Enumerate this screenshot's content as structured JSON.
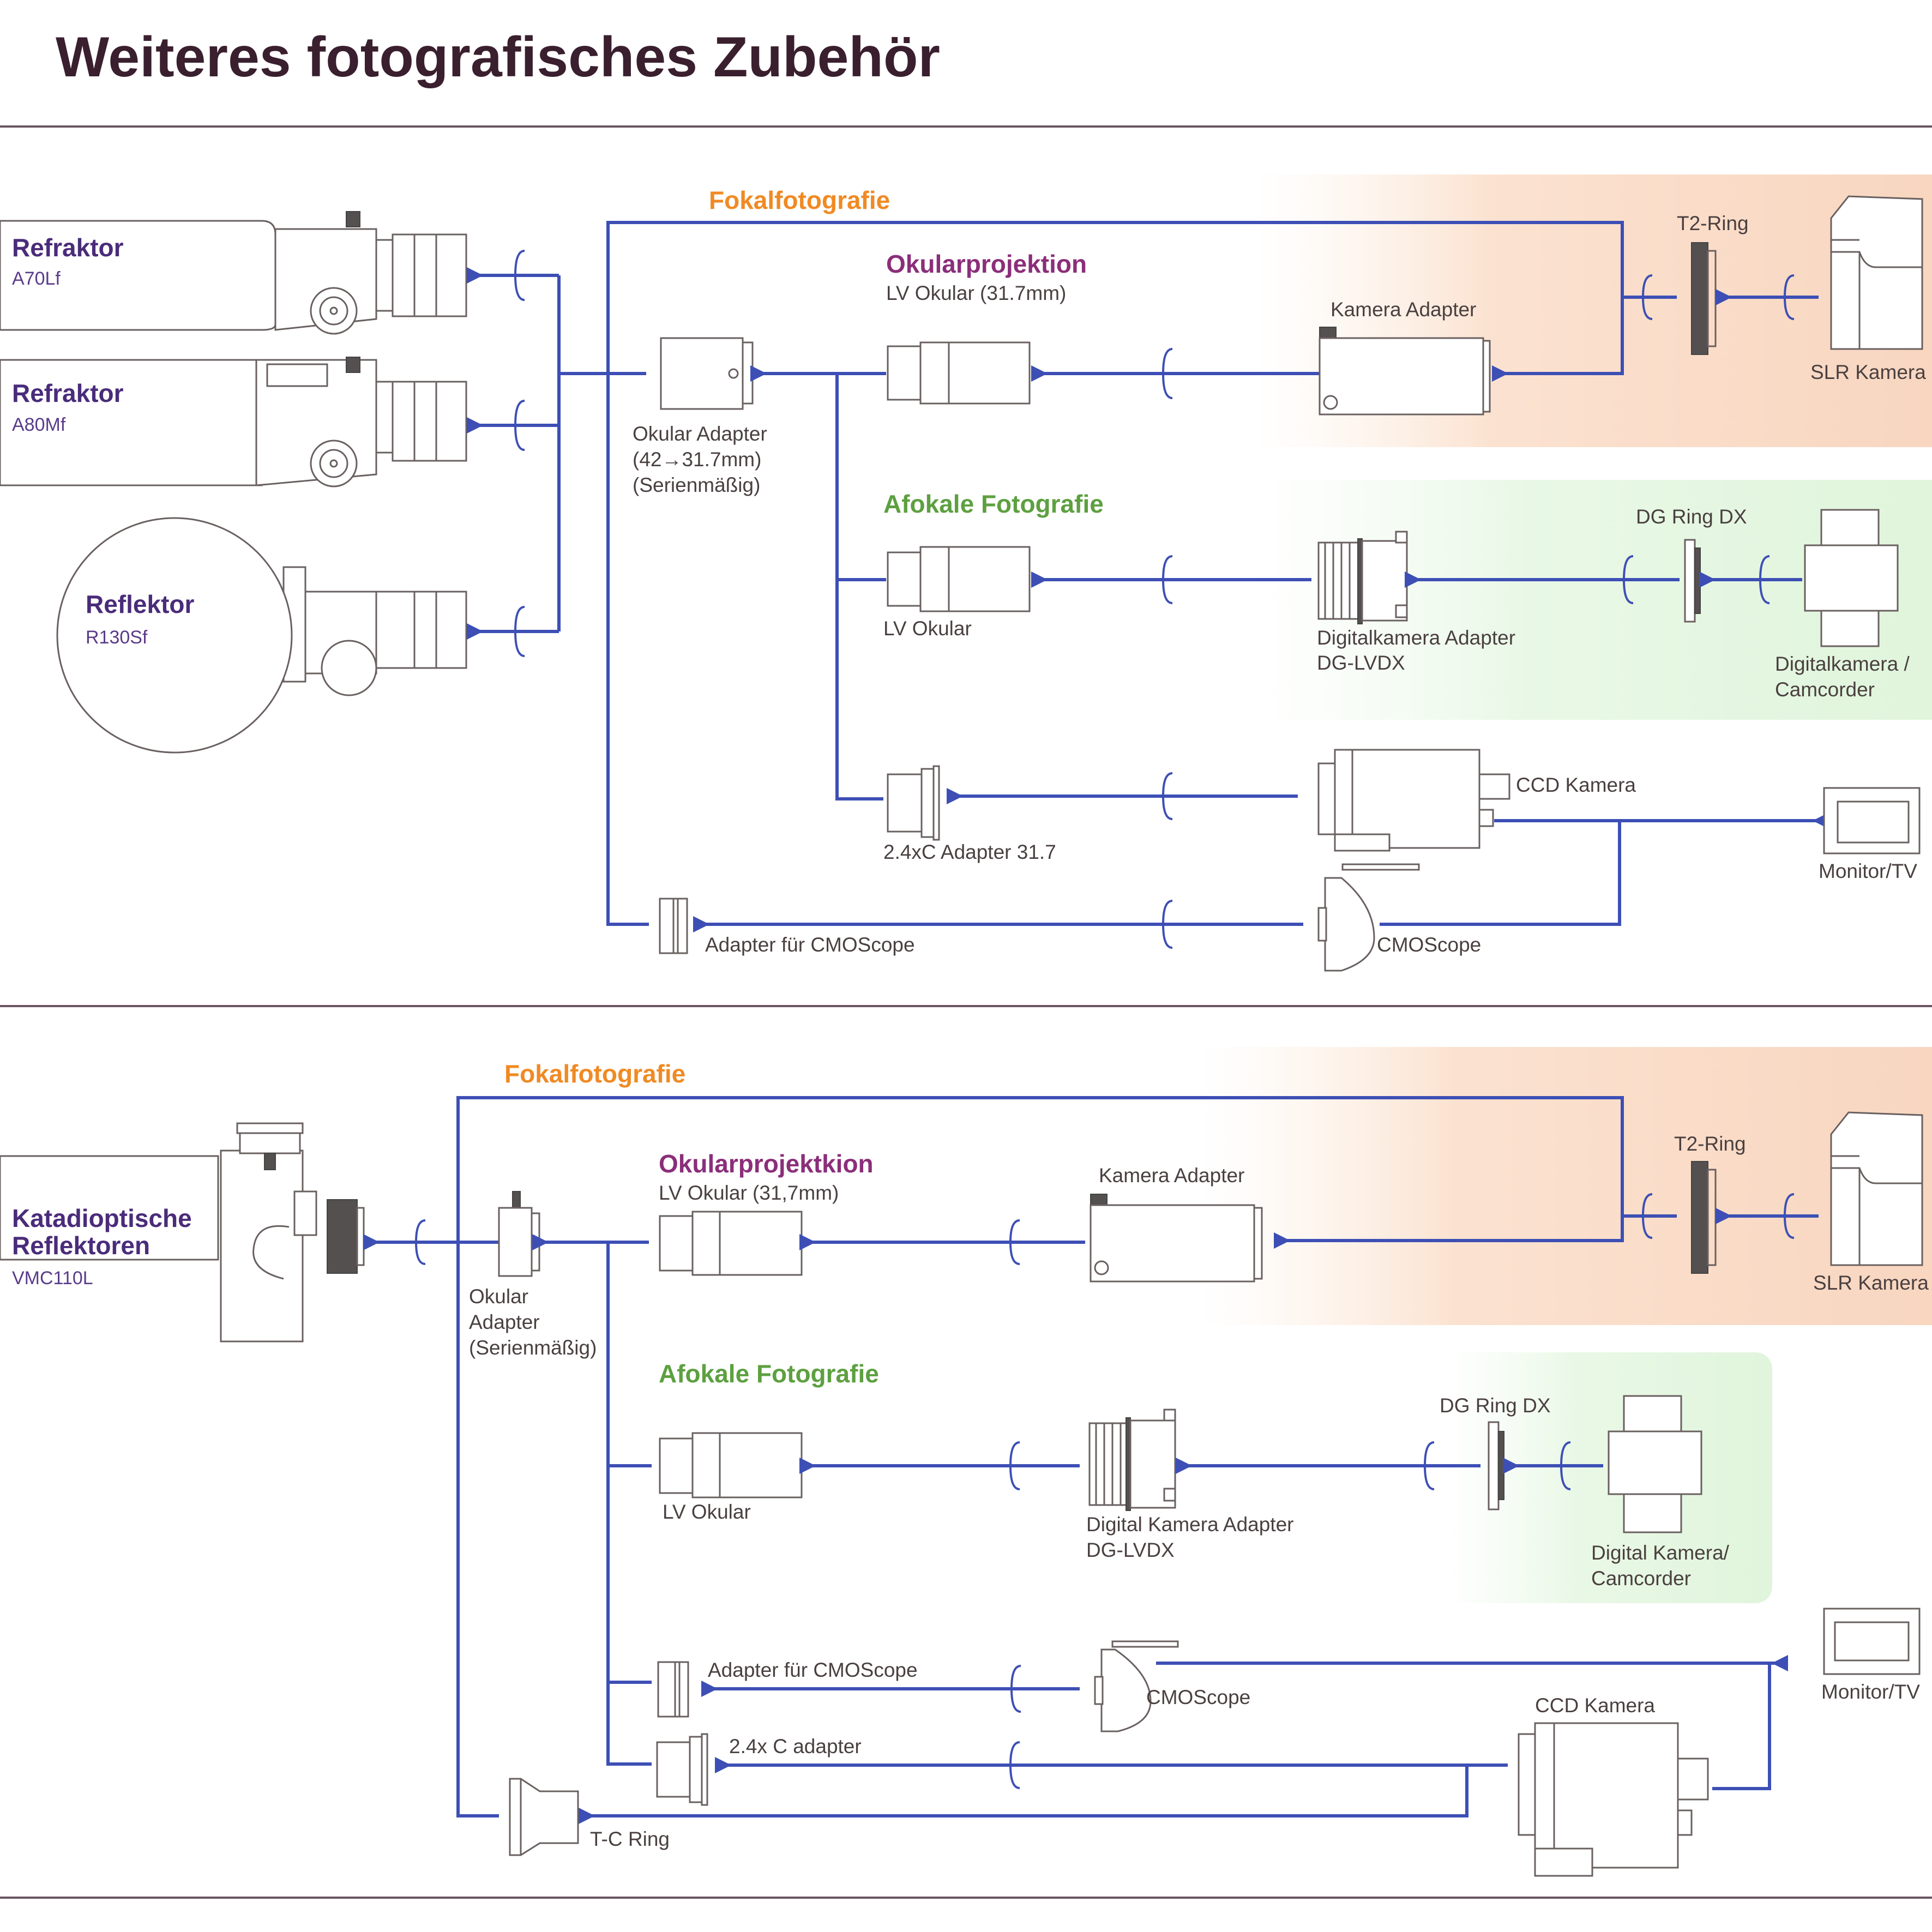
{
  "page": {
    "title": "Weiteres fotografisches Zubehör",
    "colors": {
      "title": "#3a1f2e",
      "wire": "#3d4fb5",
      "focal": "#f08a24",
      "eyepiece_projection": "#8b2e7a",
      "afocal": "#5da040",
      "telescope_label": "#4a2c7a",
      "focal_band": "#f9d9c6",
      "afocal_band": "#e6f7e2"
    }
  },
  "top": {
    "telescopes": [
      {
        "name": "Refraktor",
        "model": "A70Lf"
      },
      {
        "name": "Refraktor",
        "model": "A80Mf"
      },
      {
        "name": "Reflektor",
        "model": "R130Sf"
      }
    ],
    "sections": {
      "focal": "Fokalfotografie",
      "eyepiece_projection": "Okularprojektion",
      "afocal": "Afokale Fotografie"
    },
    "labels": {
      "okular_adapter": [
        "Okular Adapter",
        "(42→31.7mm)",
        "(Serienmäßig)"
      ],
      "lv_okular_31": "LV Okular (31.7mm)",
      "kamera_adapter": "Kamera Adapter",
      "t2_ring": "T2-Ring",
      "slr_kamera": "SLR Kamera",
      "lv_okular": "LV Okular",
      "dg_adapter": [
        "Digitalkamera Adapter",
        "DG-LVDX"
      ],
      "dg_ring": "DG Ring DX",
      "digicam": [
        "Digitalkamera /",
        "Camcorder"
      ],
      "c_adapter": "2.4xC Adapter 31.7",
      "ccd": "CCD Kamera",
      "monitor": "Monitor/TV",
      "cmos_adapter": "Adapter für CMOScope",
      "cmoscope": "CMOScope"
    }
  },
  "bottom": {
    "telescope": {
      "name_line1": "Katadioptische",
      "name_line2": "Reflektoren",
      "model": "VMC110L"
    },
    "sections": {
      "focal": "Fokalfotografie",
      "eyepiece_projection": "Okularprojektkion",
      "afocal": "Afokale Fotografie"
    },
    "labels": {
      "okular_adapter": [
        "Okular",
        "Adapter",
        "(Serienmäßig)"
      ],
      "lv_okular_31": "LV Okular (31,7mm)",
      "kamera_adapter": "Kamera Adapter",
      "t2_ring": "T2-Ring",
      "slr_kamera": "SLR Kamera",
      "lv_okular": "LV Okular",
      "dg_adapter": [
        "Digital Kamera Adapter",
        "DG-LVDX"
      ],
      "dg_ring": "DG Ring DX",
      "digicam": [
        "Digital Kamera/",
        "Camcorder"
      ],
      "cmos_adapter": "Adapter für CMOScope",
      "cmoscope": "CMOScope",
      "ccd": "CCD Kamera",
      "c_adapter": "2.4x C adapter",
      "monitor": "Monitor/TV",
      "tc_ring": "T-C Ring"
    }
  }
}
